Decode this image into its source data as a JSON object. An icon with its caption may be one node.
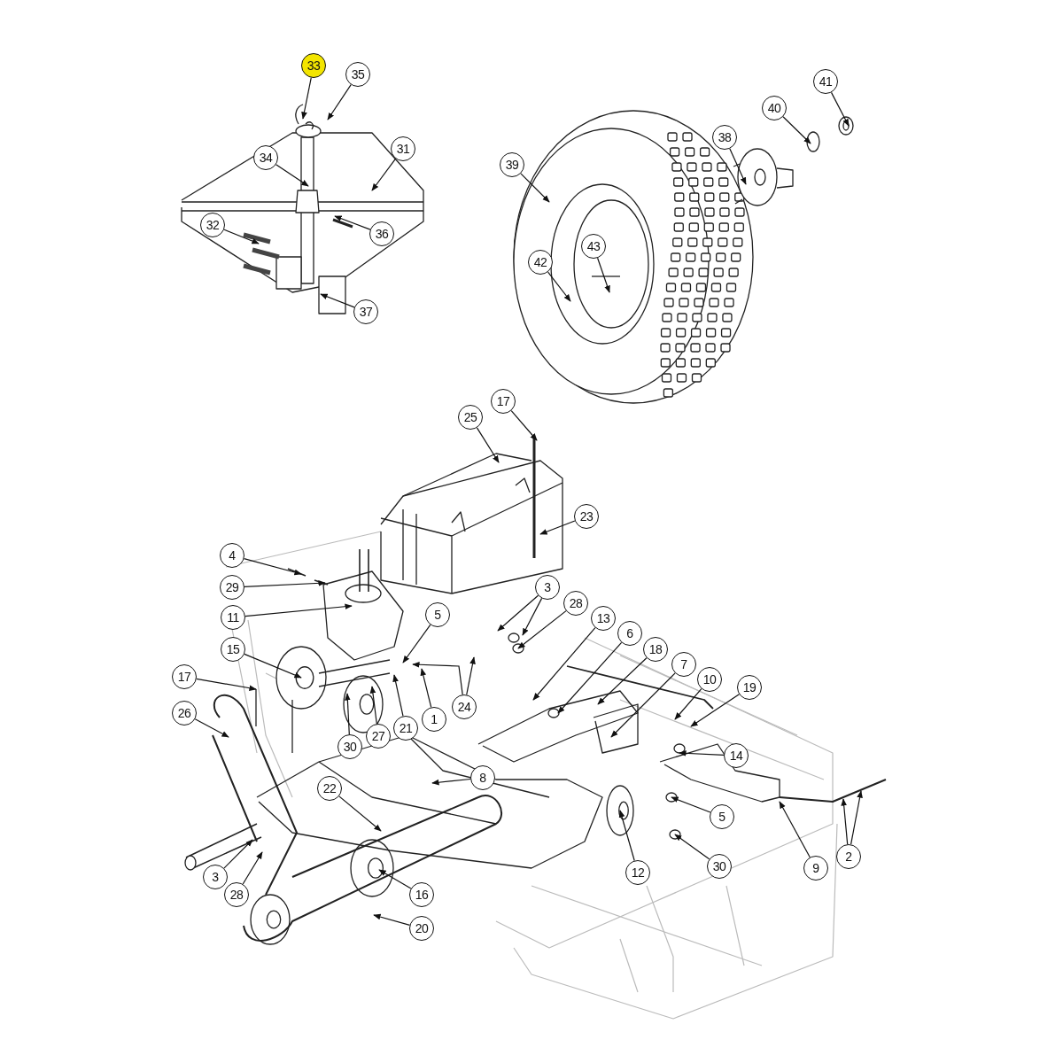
{
  "diagram": {
    "nodes": [
      {
        "text": [
          "33"
        ]
      },
      {
        "text": [
          "35"
        ]
      },
      {
        "text": [
          "41"
        ]
      },
      {
        "text": [
          "40"
        ]
      },
      {
        "text": [
          "31"
        ]
      },
      {
        "text": [
          "38"
        ]
      },
      {
        "text": [
          "34"
        ]
      },
      {
        "text": [
          "39"
        ]
      },
      {
        "text": [
          "32"
        ]
      },
      {
        "text": [
          "36"
        ]
      },
      {
        "text": [
          "43"
        ]
      },
      {
        "text": [
          "42"
        ]
      },
      {
        "text": [
          "37"
        ]
      },
      {
        "text": [
          "17"
        ]
      },
      {
        "text": [
          "25"
        ]
      },
      {
        "text": [
          "23"
        ]
      },
      {
        "text": [
          "4"
        ]
      },
      {
        "text": [
          "3"
        ]
      },
      {
        "text": [
          "29"
        ]
      },
      {
        "text": [
          "28"
        ]
      },
      {
        "text": [
          "13"
        ]
      },
      {
        "text": [
          "11"
        ]
      },
      {
        "text": [
          "6"
        ]
      },
      {
        "text": [
          "5"
        ]
      },
      {
        "text": [
          "18"
        ]
      },
      {
        "text": [
          "15"
        ]
      },
      {
        "text": [
          "7"
        ]
      },
      {
        "text": [
          "17"
        ]
      },
      {
        "text": [
          "10"
        ]
      },
      {
        "text": [
          "19"
        ]
      },
      {
        "text": [
          "26"
        ]
      },
      {
        "text": [
          "24"
        ]
      },
      {
        "text": [
          "1"
        ]
      },
      {
        "text": [
          "21"
        ]
      },
      {
        "text": [
          "27"
        ]
      },
      {
        "text": [
          "30"
        ]
      },
      {
        "text": [
          "14"
        ]
      },
      {
        "text": [
          "8"
        ]
      },
      {
        "text": [
          "22"
        ]
      },
      {
        "text": [
          "5"
        ]
      },
      {
        "text": [
          "2"
        ]
      },
      {
        "text": [
          "30"
        ]
      },
      {
        "text": [
          "12"
        ]
      },
      {
        "text": [
          "9"
        ]
      },
      {
        "text": [
          "3"
        ]
      },
      {
        "text": [
          "28"
        ]
      },
      {
        "text": [
          "16"
        ]
      },
      {
        "text": [
          "20"
        ]
      }
    ],
    "edges": [
      {
        "from": 0,
        "to": null,
        "arrow": "to"
      },
      {
        "from": 1,
        "to": null,
        "arrow": "to"
      },
      {
        "from": 2,
        "to": null,
        "arrow": "to"
      },
      {
        "from": 3,
        "to": null,
        "arrow": "to"
      },
      {
        "from": 4,
        "to": null,
        "arrow": "to"
      },
      {
        "from": 5,
        "to": null,
        "arrow": "to"
      },
      {
        "from": 6,
        "to": null,
        "arrow": "to"
      },
      {
        "from": 7,
        "to": null,
        "arrow": "to"
      },
      {
        "from": 8,
        "to": null,
        "arrow": "to"
      },
      {
        "from": 9,
        "to": null,
        "arrow": "to"
      },
      {
        "from": 10,
        "to": null,
        "arrow": "to"
      },
      {
        "from": 11,
        "to": null,
        "arrow": "to"
      },
      {
        "from": 12,
        "to": null,
        "arrow": "to"
      },
      {
        "from": 13,
        "to": null,
        "arrow": "to"
      },
      {
        "from": 14,
        "to": null,
        "arrow": "to"
      },
      {
        "from": 15,
        "to": null,
        "arrow": "to"
      },
      {
        "from": 16,
        "to": null,
        "arrow": "to"
      },
      {
        "from": 17,
        "to": null,
        "arrow": "to"
      },
      {
        "from": 17,
        "to": null,
        "arrow": "to"
      },
      {
        "from": 18,
        "to": null,
        "arrow": "to"
      },
      {
        "from": 19,
        "to": null,
        "arrow": "to"
      },
      {
        "from": 20,
        "to": null,
        "arrow": "to"
      },
      {
        "from": 21,
        "to": null,
        "arrow": "to"
      },
      {
        "from": 22,
        "to": null,
        "arrow": "to"
      },
      {
        "from": 23,
        "to": null,
        "arrow": "to"
      },
      {
        "from": 24,
        "to": null,
        "arrow": "to"
      },
      {
        "from": 25,
        "to": null,
        "arrow": "to"
      },
      {
        "from": 26,
        "to": null,
        "arrow": "to"
      },
      {
        "from": 27,
        "to": null,
        "arrow": "to"
      },
      {
        "from": 28,
        "to": null,
        "arrow": "to"
      },
      {
        "from": 29,
        "to": null,
        "arrow": "to"
      },
      {
        "from": 30,
        "to": null,
        "arrow": "to"
      },
      {
        "from": 31,
        "to": null,
        "arrow": "to"
      },
      {
        "from": 31,
        "to": null,
        "arrow": "to"
      },
      {
        "from": 32,
        "to": null,
        "arrow": "to"
      },
      {
        "from": 33,
        "to": null,
        "arrow": "to"
      },
      {
        "from": 34,
        "to": null,
        "arrow": "to"
      },
      {
        "from": 35,
        "to": null,
        "arrow": "to"
      },
      {
        "from": 36,
        "to": null,
        "arrow": "to"
      },
      {
        "from": 37,
        "to": null,
        "arrow": "to"
      },
      {
        "from": 38,
        "to": null,
        "arrow": "to"
      },
      {
        "from": 39,
        "to": null,
        "arrow": "to"
      },
      {
        "from": 40,
        "to": null,
        "arrow": "to"
      },
      {
        "from": 40,
        "to": null,
        "arrow": "to"
      },
      {
        "from": 41,
        "to": null,
        "arrow": "to"
      },
      {
        "from": 42,
        "to": null,
        "arrow": "to"
      },
      {
        "from": 43,
        "to": null,
        "arrow": "to"
      },
      {
        "from": 44,
        "to": null,
        "arrow": "to"
      },
      {
        "from": 45,
        "to": null,
        "arrow": "to"
      },
      {
        "from": 46,
        "to": null,
        "arrow": "to"
      },
      {
        "from": 47,
        "to": null,
        "arrow": "to"
      }
    ]
  }
}
